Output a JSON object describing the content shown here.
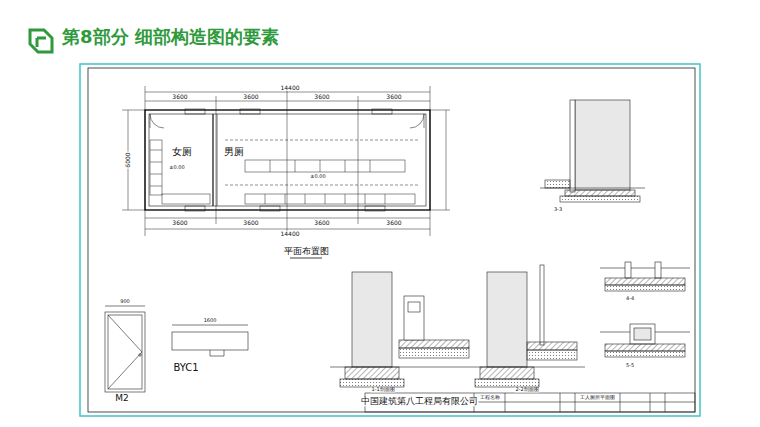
{
  "diagram": {
    "title": "第8部分  细部构造图的要素",
    "labels": [
      "14400",
      "3600",
      "3600",
      "3600",
      "3600",
      "女厕",
      "男厕",
      "±0.00",
      "±0.00",
      "3600",
      "3600",
      "3600",
      "3600",
      "14400",
      "6000",
      "平面布置图",
      "1600",
      "BYC1",
      "900",
      "M2",
      "1-1剖面图",
      "2-2剖面图",
      "3-3",
      "4-4",
      "5-5",
      "中国建筑第八工程局有限公司",
      "工程名称",
      "工人厕所平面图"
    ]
  }
}
